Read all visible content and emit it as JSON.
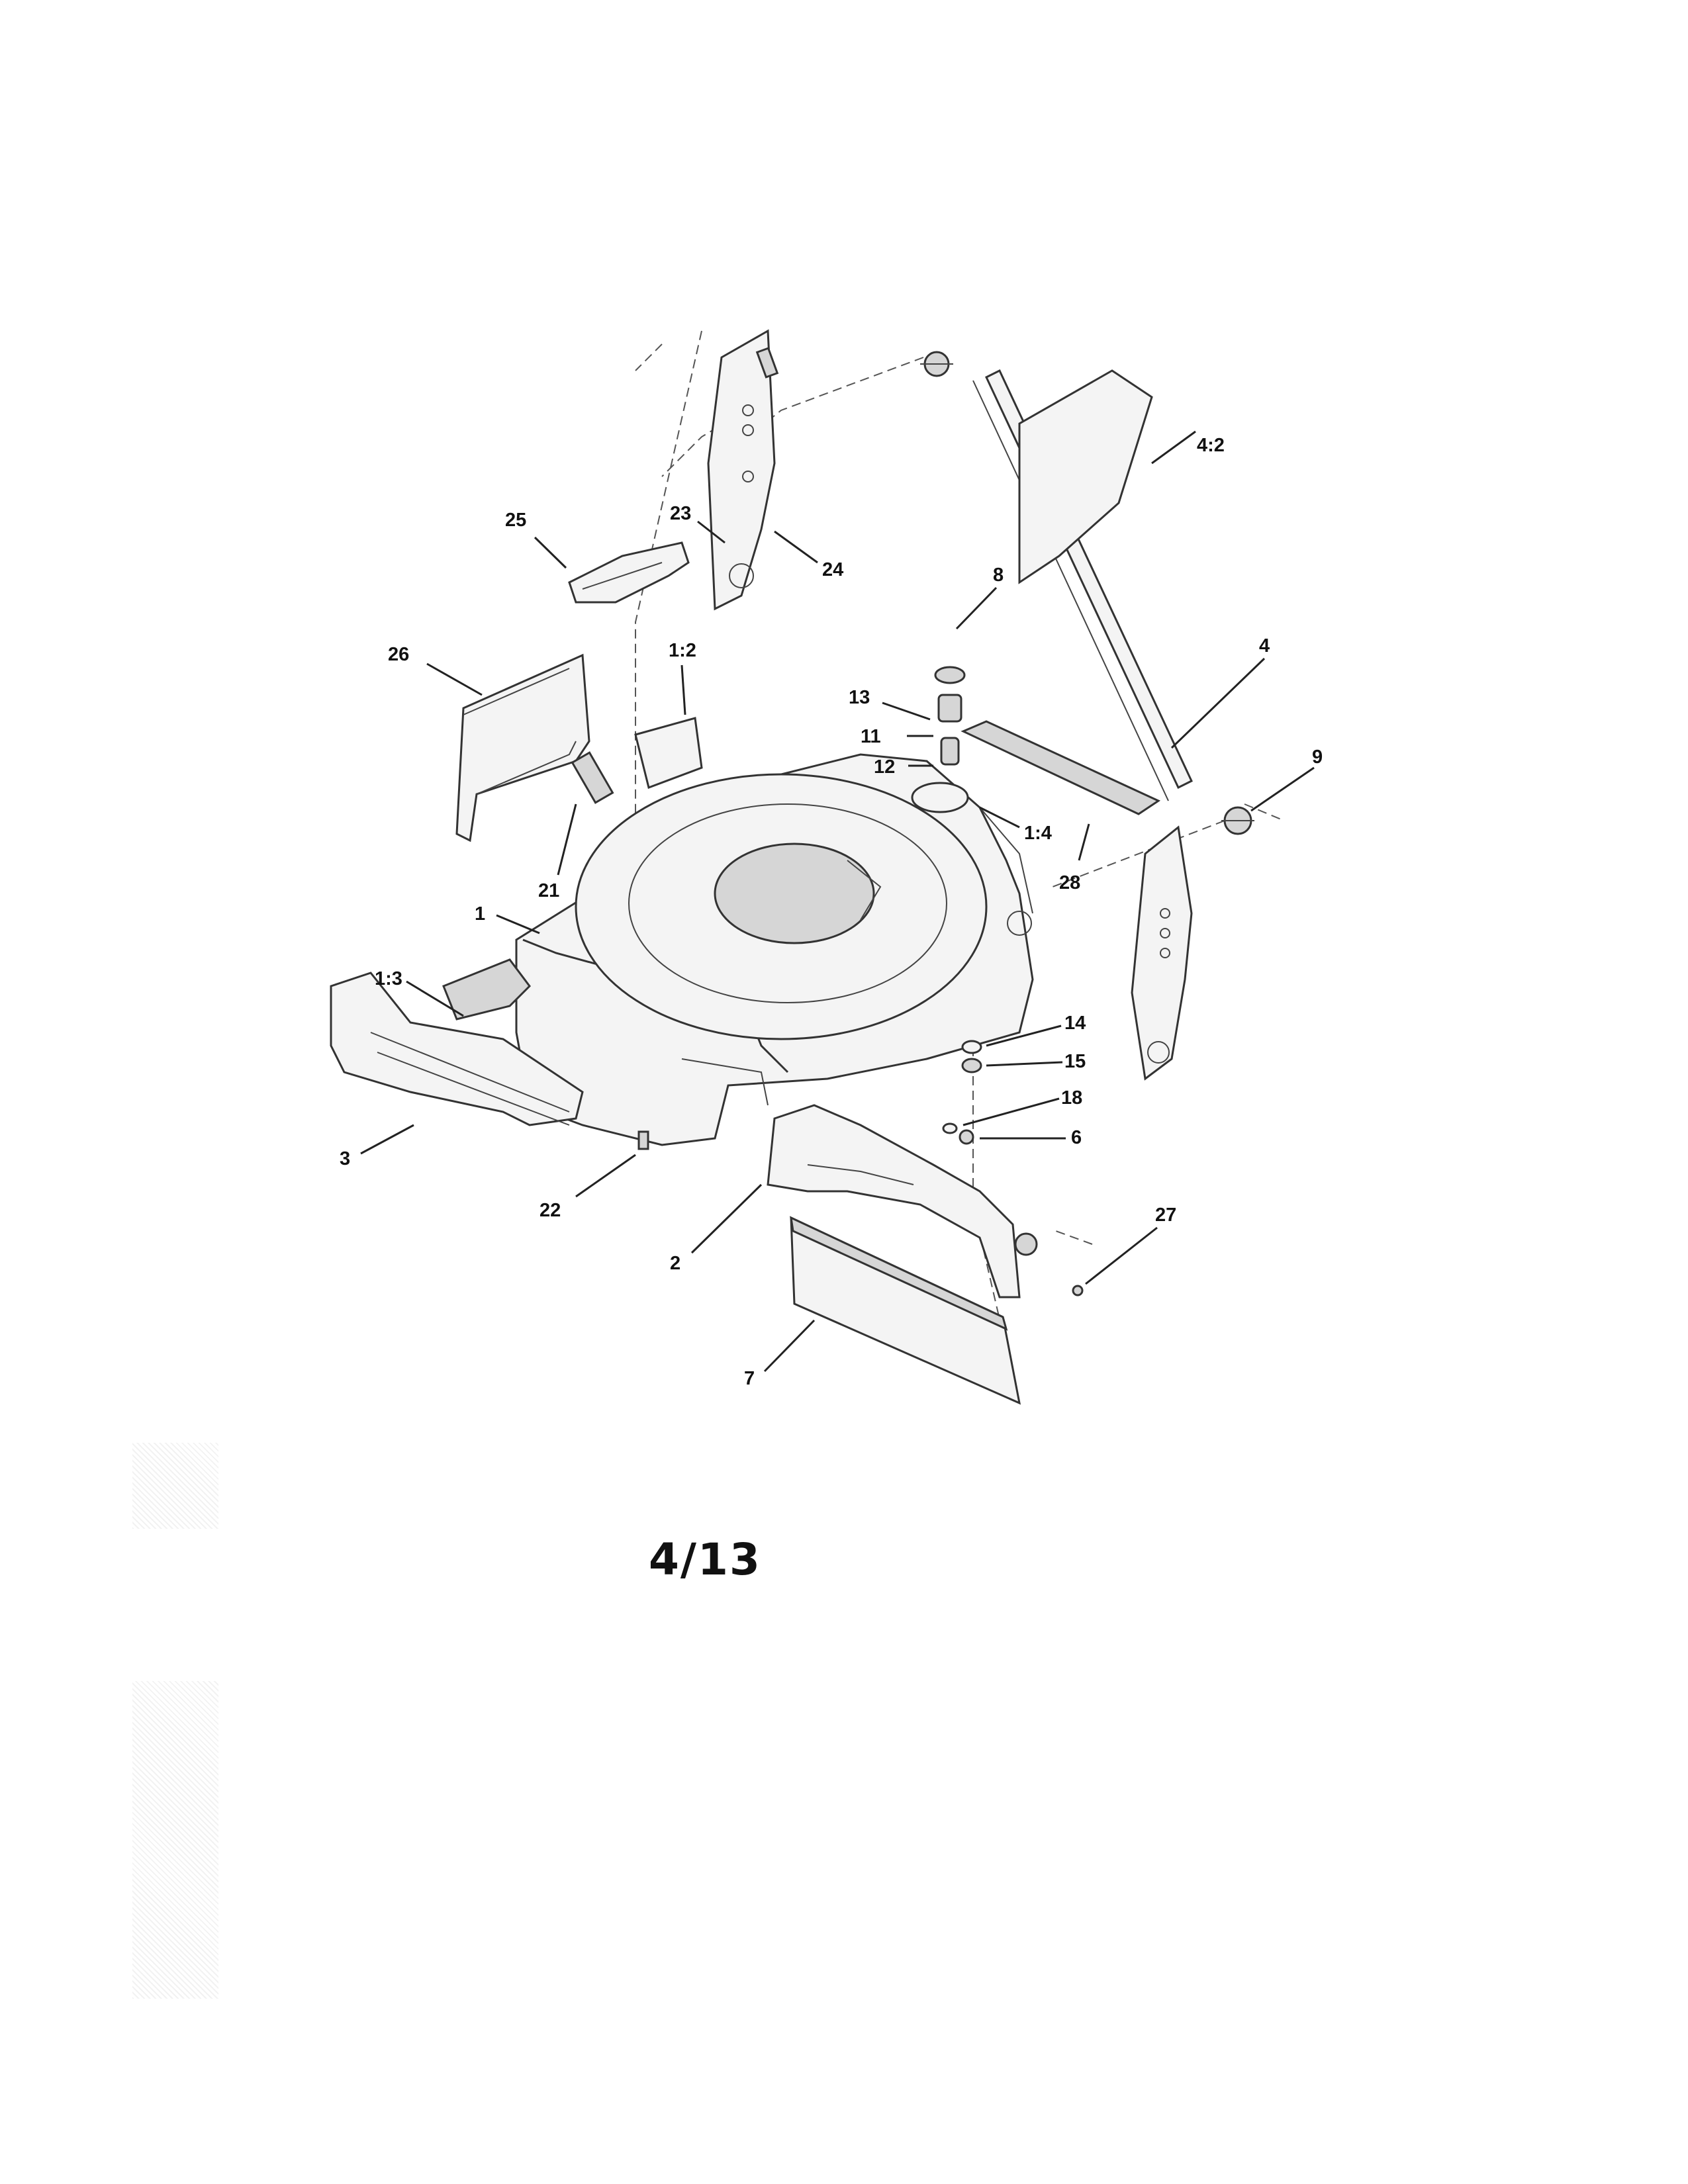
{
  "page_number": "4/13",
  "callouts": {
    "c1": "1",
    "c1_2": "1:2",
    "c1_3": "1:3",
    "c1_4": "1:4",
    "c2": "2",
    "c3": "3",
    "c4": "4",
    "c4_2": "4:2",
    "c6": "6",
    "c7": "7",
    "c8": "8",
    "c9": "9",
    "c11": "11",
    "c12": "12",
    "c13": "13",
    "c14": "14",
    "c15": "15",
    "c18": "18",
    "c21": "21",
    "c22": "22",
    "c23": "23",
    "c24": "24",
    "c25": "25",
    "c26": "26",
    "c27": "27",
    "c28": "28"
  }
}
